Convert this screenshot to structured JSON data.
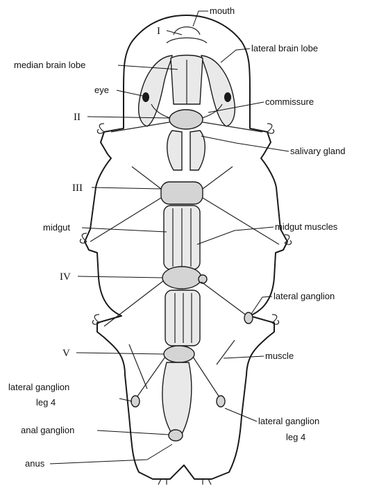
{
  "labels": {
    "mouth": "mouth",
    "lateral_brain_lobe": "lateral brain lobe",
    "median_brain_lobe": "median brain lobe",
    "eye": "eye",
    "commissure": "commissure",
    "salivary_gland": "salivary gland",
    "midgut": "midgut",
    "midgut_muscles": "midgut muscles",
    "lateral_ganglion": "lateral ganglion",
    "muscle": "muscle",
    "lateral_ganglion_leg4_left_line1": "lateral ganglion",
    "lateral_ganglion_leg4_left_line2": "leg 4",
    "anal_ganglion": "anal ganglion",
    "lateral_ganglion_leg4_right_line1": "lateral ganglion",
    "lateral_ganglion_leg4_right_line2": "leg 4",
    "anus": "anus"
  },
  "numerals": {
    "I": "I",
    "II": "II",
    "III": "III",
    "IV": "IV",
    "V": "V"
  }
}
